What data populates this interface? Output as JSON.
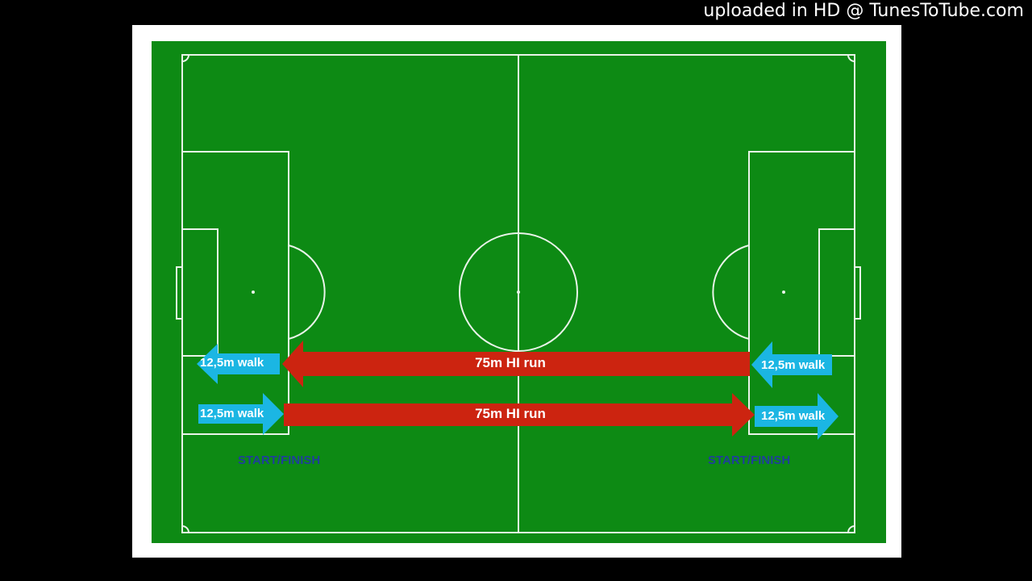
{
  "watermark": "uploaded in HD @ TunesToTube.com",
  "colors": {
    "pitch": "#0d8a14",
    "line": "#e9f3e9",
    "run_arrow": "#cc2410",
    "walk_arrow": "#1bb6e3",
    "start_finish": "#1f3f9a"
  },
  "diagram": {
    "top_row": {
      "left_walk": "12,5m walk",
      "run": "75m HI run",
      "right_walk": "12,5m walk"
    },
    "bottom_row": {
      "left_walk": "12,5m walk",
      "run": "75m HI run",
      "right_walk": "12,5m walk"
    },
    "start_finish_left": "START/FINISH",
    "start_finish_right": "START/FINISH"
  }
}
